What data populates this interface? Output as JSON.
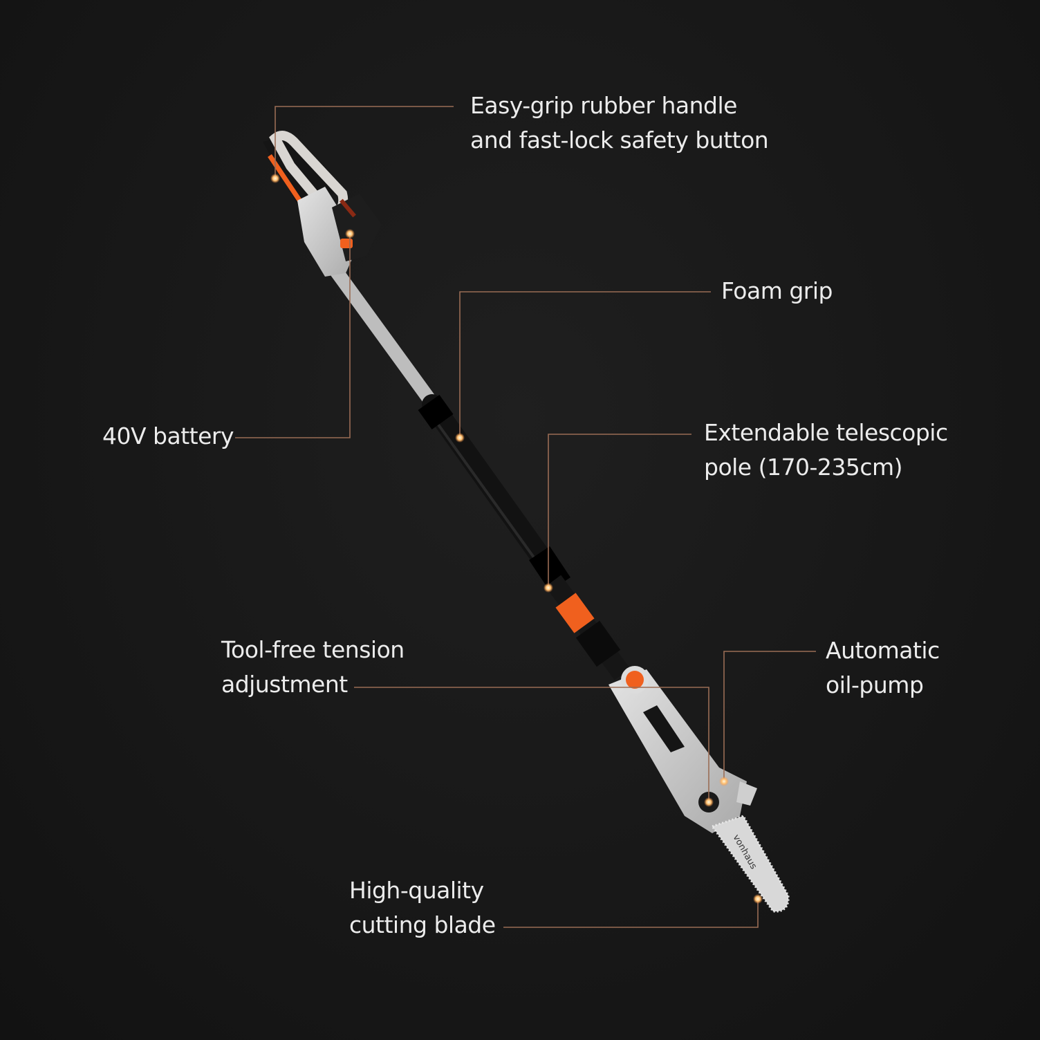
{
  "colors": {
    "background": "#161616",
    "callout_line": "#9a6d55",
    "accent_orange": "#f0601e",
    "body_grey": "#c9c9c9",
    "pole_black": "#111111"
  },
  "callouts": [
    {
      "id": "handle",
      "lines": [
        "Easy-grip rubber handle",
        "and fast-lock safety button"
      ]
    },
    {
      "id": "foam",
      "lines": [
        "Foam grip"
      ]
    },
    {
      "id": "battery",
      "lines": [
        "40V battery"
      ]
    },
    {
      "id": "pole",
      "lines": [
        "Extendable telescopic",
        "pole (170-235cm)"
      ]
    },
    {
      "id": "tension",
      "lines": [
        "Tool-free tension",
        "adjustment"
      ]
    },
    {
      "id": "oil",
      "lines": [
        "Automatic",
        "oil-pump"
      ]
    },
    {
      "id": "blade",
      "lines": [
        "High-quality",
        "cutting blade"
      ]
    }
  ],
  "product": {
    "brand_logo": "vonhaus"
  }
}
